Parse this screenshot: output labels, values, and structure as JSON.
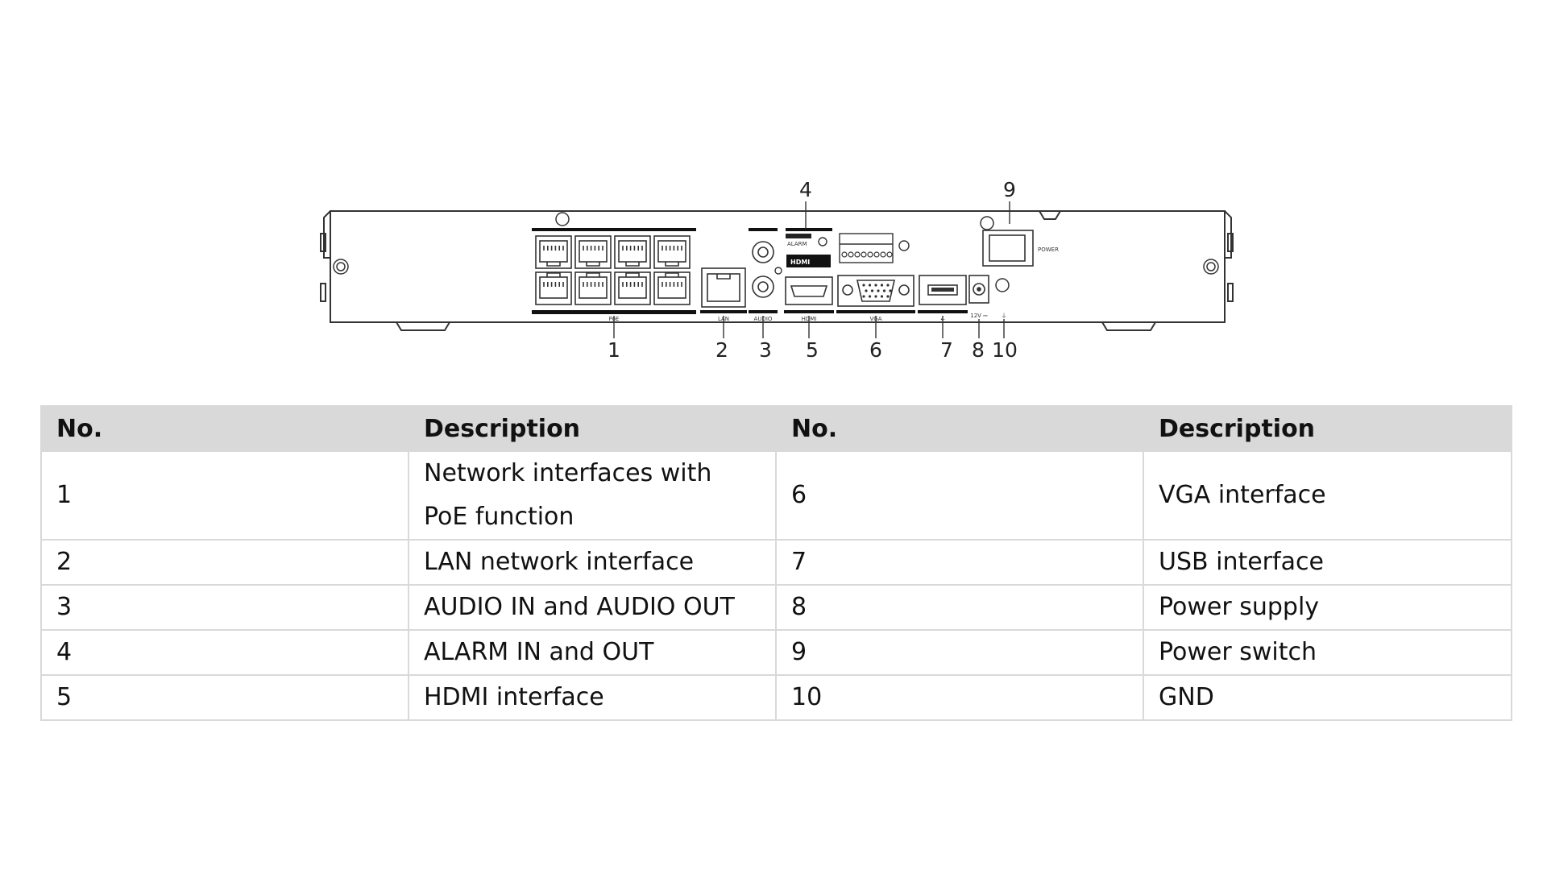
{
  "diagram": {
    "callouts_top": [
      "4",
      "9"
    ],
    "callouts_bottom": [
      "1",
      "2",
      "3",
      "5",
      "6",
      "7",
      "8",
      "10"
    ],
    "port_labels": {
      "poe": "PoE",
      "lan": "LAN",
      "audio": "AUDIO",
      "hdmi": "HDMI",
      "vga": "VGA",
      "usb": "⭠",
      "power_in": "12V ⎓",
      "gnd": "⏚",
      "alarm": "ALARM",
      "power_switch": "POWER",
      "hdmi_logo": "HDMI"
    }
  },
  "table": {
    "headers": [
      "No.",
      "Description",
      "No.",
      "Description"
    ],
    "rows": [
      {
        "no1": "1",
        "desc1": "Network interfaces with PoE function",
        "no2": "6",
        "desc2": "VGA interface"
      },
      {
        "no1": "2",
        "desc1": "LAN network interface",
        "no2": "7",
        "desc2": "USB interface"
      },
      {
        "no1": "3",
        "desc1": "AUDIO IN and AUDIO OUT",
        "no2": "8",
        "desc2": "Power supply"
      },
      {
        "no1": "4",
        "desc1": "ALARM IN and OUT",
        "no2": "9",
        "desc2": "Power switch"
      },
      {
        "no1": "5",
        "desc1": "HDMI interface",
        "no2": "10",
        "desc2": "GND"
      }
    ]
  }
}
